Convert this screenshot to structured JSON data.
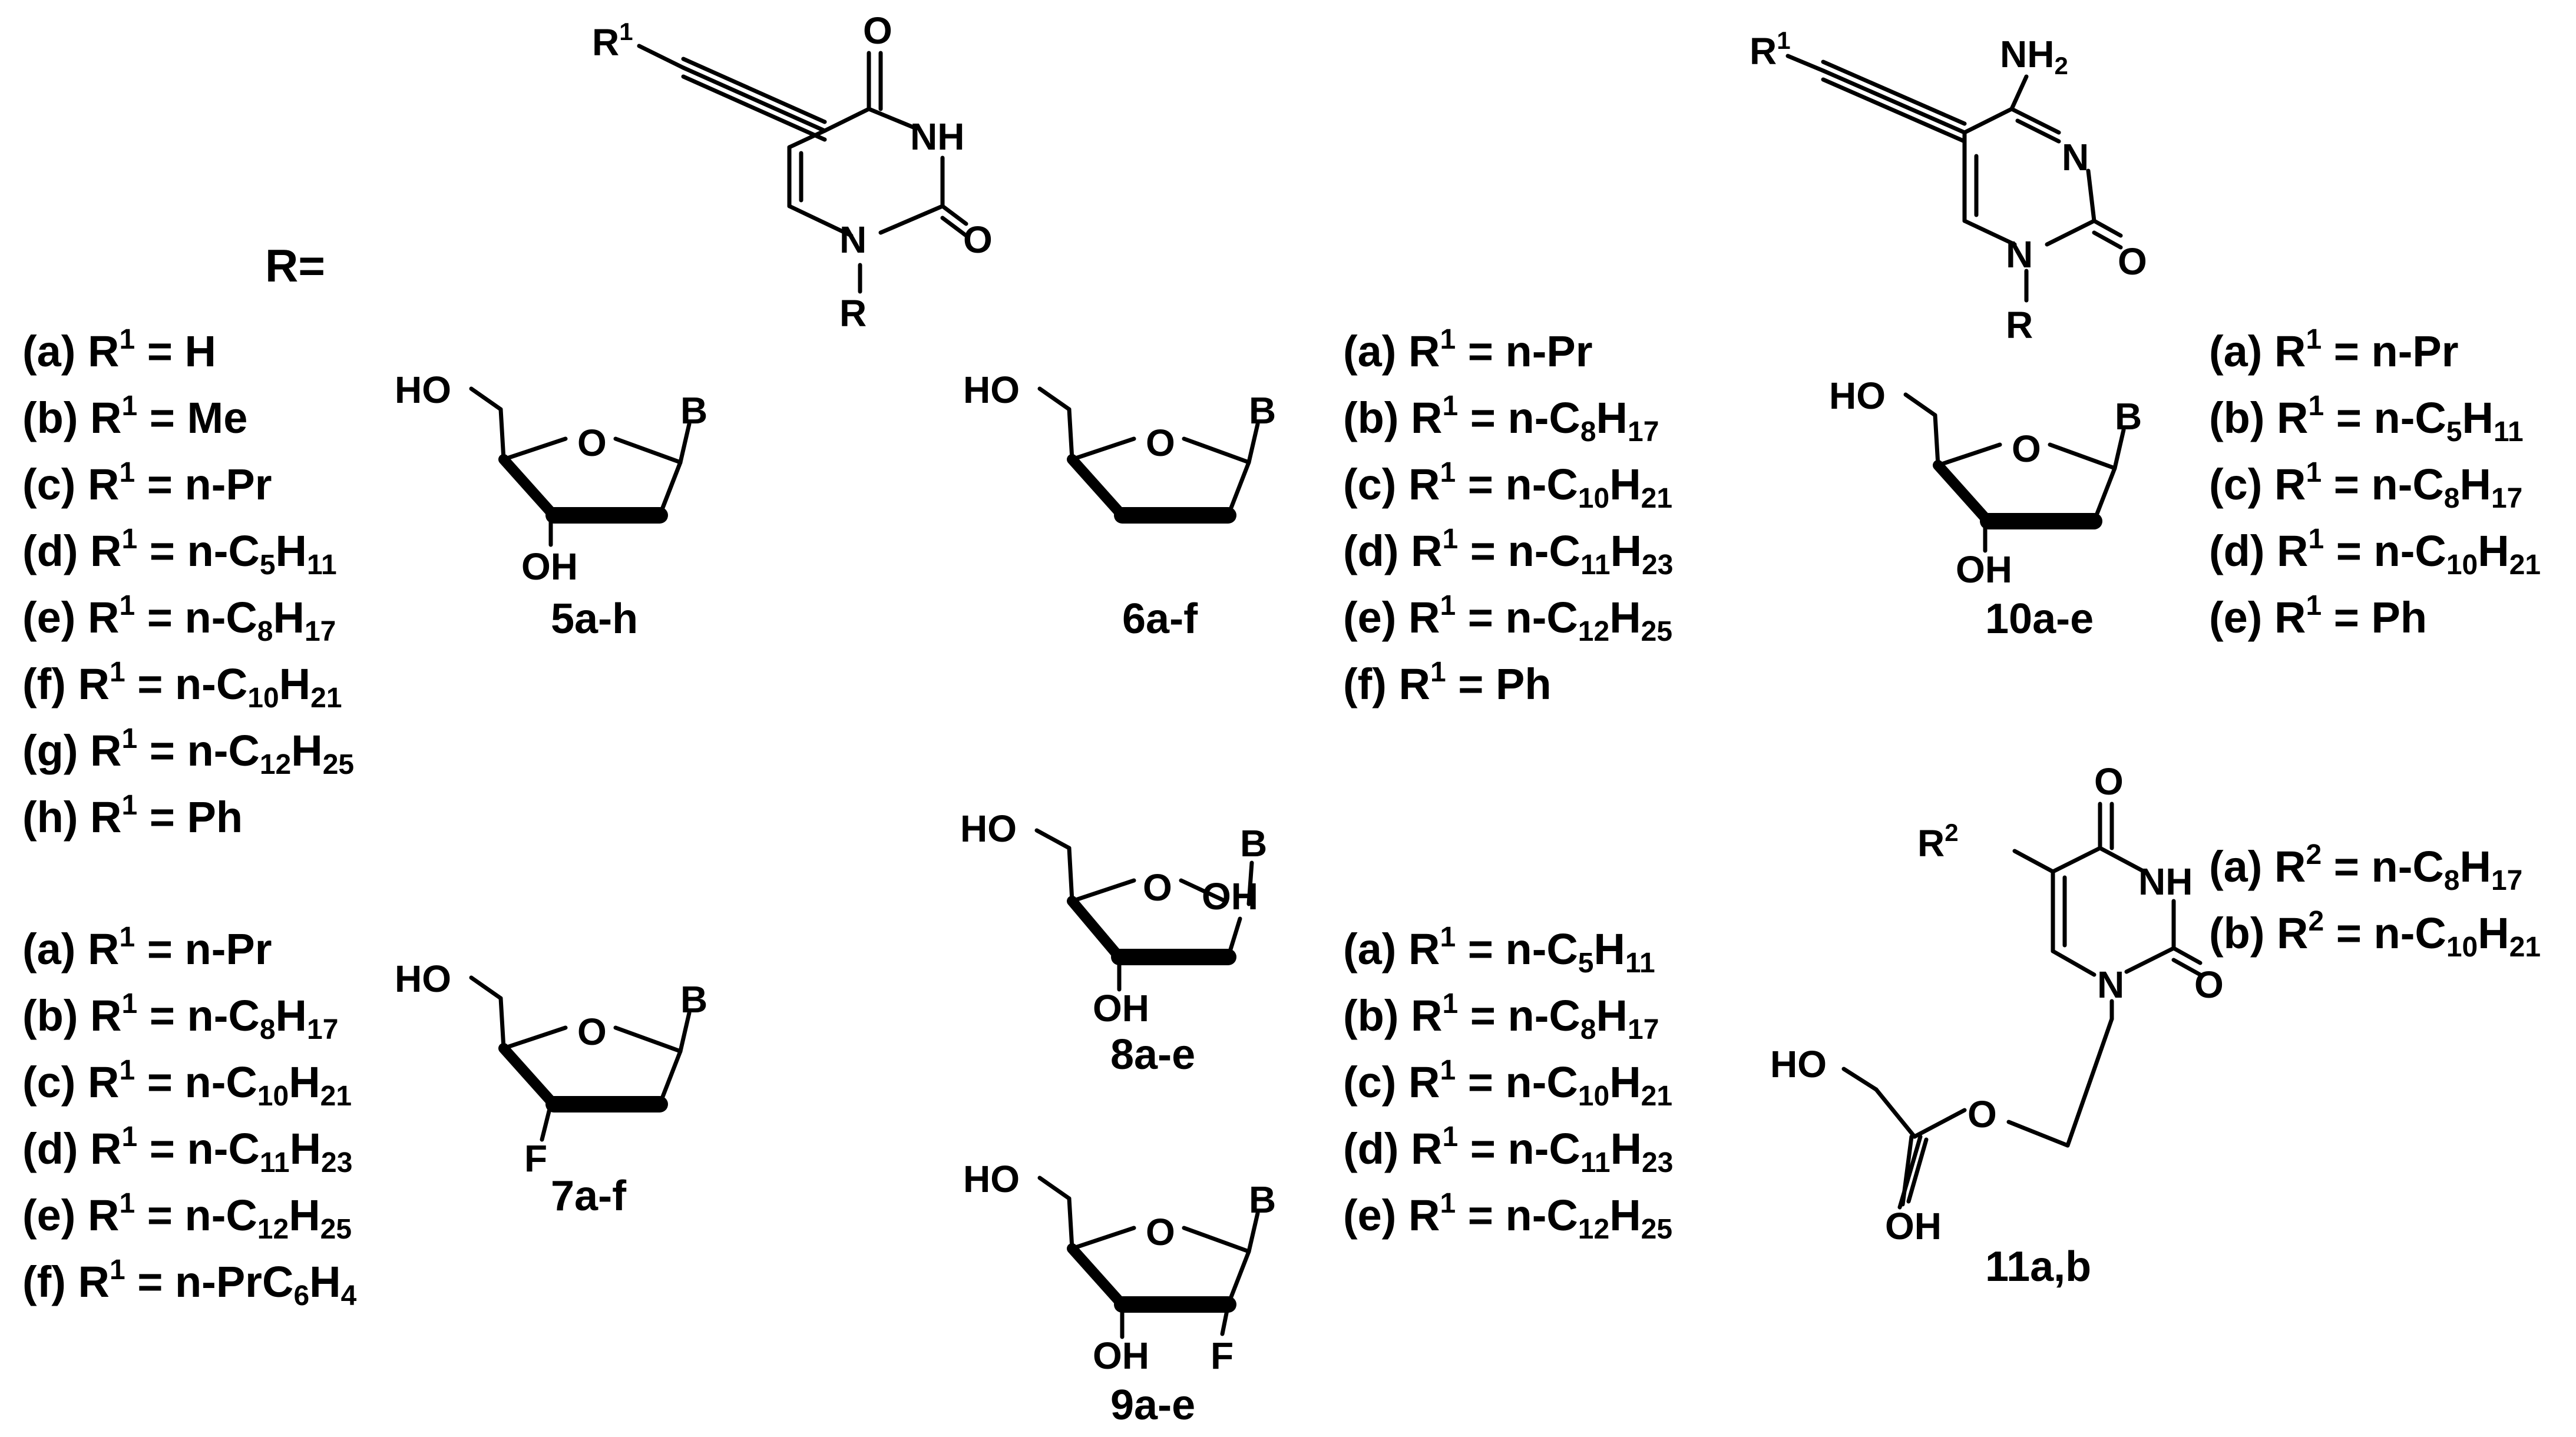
{
  "r_equals_label": "R=",
  "uracil_core": {
    "r1": "R1",
    "oxo_top": "O",
    "nh": "NH",
    "oxo_right": "O",
    "n1": "N",
    "r": "R"
  },
  "cytosine_core": {
    "r1": "R1",
    "nh2": "NH2",
    "n3": "N",
    "oxo": "O",
    "n1": "N",
    "r": "R"
  },
  "uracil_11_core": {
    "r2": "R2",
    "oxo_top": "O",
    "nh": "NH",
    "oxo_right": "O",
    "n1": "N"
  },
  "sugars": {
    "5": {
      "ho": "HO",
      "o": "O",
      "b": "B",
      "sub": "OH",
      "compound": "5a-h"
    },
    "6": {
      "ho": "HO",
      "o": "O",
      "b": "B",
      "compound": "6a-f"
    },
    "7": {
      "ho": "HO",
      "o": "O",
      "b": "B",
      "sub": "F",
      "compound": "7a-f"
    },
    "8": {
      "ho": "HO",
      "o": "O",
      "b": "B",
      "sub": "OH",
      "sub2": "OH",
      "compound": "8a-e"
    },
    "9": {
      "ho": "HO",
      "o": "O",
      "b": "B",
      "sub": "OH",
      "sub2": "F",
      "compound": "9a-e"
    },
    "10": {
      "ho": "HO",
      "o": "O",
      "b": "B",
      "sub": "OH",
      "compound": "10a-e"
    },
    "11": {
      "ho": "HO",
      "o": "O",
      "oh": "OH",
      "compound": "11a,b"
    }
  },
  "lists": {
    "list_5": [
      {
        "letter": "(a)",
        "rgroup": "R",
        "rnum": "1",
        "value": "H"
      },
      {
        "letter": "(b)",
        "rgroup": "R",
        "rnum": "1",
        "value": "Me"
      },
      {
        "letter": "(c)",
        "rgroup": "R",
        "rnum": "1",
        "value": "n-Pr"
      },
      {
        "letter": "(d)",
        "rgroup": "R",
        "rnum": "1",
        "value": "n-C5H11"
      },
      {
        "letter": "(e)",
        "rgroup": "R",
        "rnum": "1",
        "value": "n-C8H17"
      },
      {
        "letter": "(f)",
        "rgroup": "R",
        "rnum": "1",
        "value": "n-C10H21"
      },
      {
        "letter": "(g)",
        "rgroup": "R",
        "rnum": "1",
        "value": "n-C12H25"
      },
      {
        "letter": "(h)",
        "rgroup": "R",
        "rnum": "1",
        "value": "Ph"
      }
    ],
    "list_7": [
      {
        "letter": "(a)",
        "rgroup": "R",
        "rnum": "1",
        "value": "n-Pr"
      },
      {
        "letter": "(b)",
        "rgroup": "R",
        "rnum": "1",
        "value": "n-C8H17"
      },
      {
        "letter": "(c)",
        "rgroup": "R",
        "rnum": "1",
        "value": "n-C10H21"
      },
      {
        "letter": "(d)",
        "rgroup": "R",
        "rnum": "1",
        "value": "n-C11H23"
      },
      {
        "letter": "(e)",
        "rgroup": "R",
        "rnum": "1",
        "value": "n-C12H25"
      },
      {
        "letter": "(f)",
        "rgroup": "R",
        "rnum": "1",
        "value": "n-PrC6H4"
      }
    ],
    "list_6": [
      {
        "letter": "(a)",
        "rgroup": "R",
        "rnum": "1",
        "value": "n-Pr"
      },
      {
        "letter": "(b)",
        "rgroup": "R",
        "rnum": "1",
        "value": "n-C8H17"
      },
      {
        "letter": "(c)",
        "rgroup": "R",
        "rnum": "1",
        "value": "n-C10H21"
      },
      {
        "letter": "(d)",
        "rgroup": "R",
        "rnum": "1",
        "value": "n-C11H23"
      },
      {
        "letter": "(e)",
        "rgroup": "R",
        "rnum": "1",
        "value": "n-C12H25"
      },
      {
        "letter": "(f)",
        "rgroup": "R",
        "rnum": "1",
        "value": "Ph"
      }
    ],
    "list_89": [
      {
        "letter": "(a)",
        "rgroup": "R",
        "rnum": "1",
        "value": "n-C5H11"
      },
      {
        "letter": "(b)",
        "rgroup": "R",
        "rnum": "1",
        "value": "n-C8H17"
      },
      {
        "letter": "(c)",
        "rgroup": "R",
        "rnum": "1",
        "value": "n-C10H21"
      },
      {
        "letter": "(d)",
        "rgroup": "R",
        "rnum": "1",
        "value": "n-C11H23"
      },
      {
        "letter": "(e)",
        "rgroup": "R",
        "rnum": "1",
        "value": "n-C12H25"
      }
    ],
    "list_10": [
      {
        "letter": "(a)",
        "rgroup": "R",
        "rnum": "1",
        "value": "n-Pr"
      },
      {
        "letter": "(b)",
        "rgroup": "R",
        "rnum": "1",
        "value": "n-C5H11"
      },
      {
        "letter": "(c)",
        "rgroup": "R",
        "rnum": "1",
        "value": "n-C8H17"
      },
      {
        "letter": "(d)",
        "rgroup": "R",
        "rnum": "1",
        "value": "n-C10H21"
      },
      {
        "letter": "(e)",
        "rgroup": "R",
        "rnum": "1",
        "value": "Ph"
      }
    ],
    "list_11": [
      {
        "letter": "(a)",
        "rgroup": "R",
        "rnum": "2",
        "value": "n-C8H17"
      },
      {
        "letter": "(b)",
        "rgroup": "R",
        "rnum": "2",
        "value": "n-C10H21"
      }
    ]
  }
}
